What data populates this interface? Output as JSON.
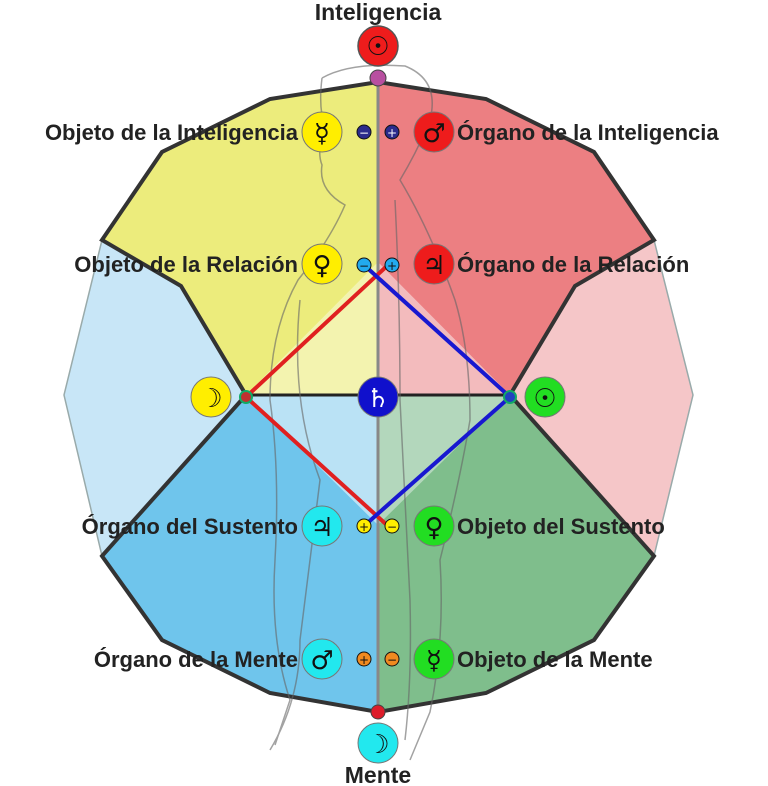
{
  "labels": {
    "top": "Inteligencia",
    "bottom": "Mente",
    "obj_intel": "Objeto de la Inteligencia",
    "org_intel": "Órgano de la Inteligencia",
    "obj_rel": "Objeto de la Relación",
    "org_rel": "Órgano de la Relación",
    "org_sust": "Órgano del Sustento",
    "obj_sust": "Objeto del Sustento",
    "org_mente": "Órgano de la Mente",
    "obj_mente": "Objeto de la Mente"
  },
  "symbols": {
    "sun": "☉",
    "mercury": "☿",
    "mars": "♂",
    "venus": "♀",
    "jupiter": "♃",
    "saturn": "♄",
    "moon": "☽",
    "plus": "+",
    "minus": "−"
  },
  "colors": {
    "yellow_region": "#ecec7c",
    "red_region": "#ec7f82",
    "blue_region": "#6fc5ec",
    "green_region": "#7fbe8c",
    "light_blue": "#c8e6f7",
    "light_red": "#f5c6c8",
    "line_red": "#e02020",
    "line_blue": "#1818d0",
    "circle_red": "#ee1c1c",
    "circle_yellow": "#ffee00",
    "circle_cyan": "#22e8ee",
    "circle_green": "#22dd22",
    "circle_blue": "#1010cc"
  }
}
